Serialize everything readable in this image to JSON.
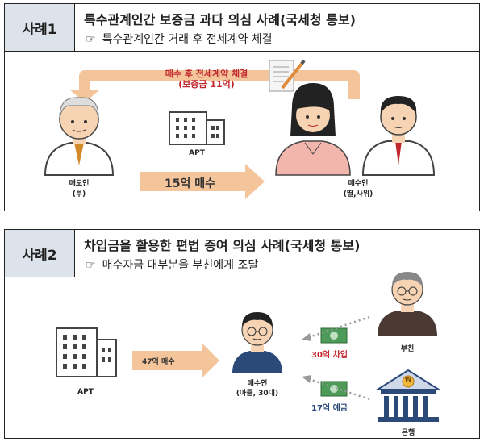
{
  "case1": {
    "tag": "사례1",
    "title": "특수관계인간 보증금 과다 의심 사례(국세청 통보)",
    "subtitle_icon": "pointing-hand-icon",
    "subtitle": "특수관계인간 거래 후 전세계약 체결",
    "lease_label_line1": "매수 후 전세계약 체결",
    "lease_label_line2": "(보증금 11억)",
    "apt_label": "APT",
    "purchase_label": "15억 매수",
    "seller_label": "매도인",
    "seller_sub": "(부)",
    "buyer_label": "매수인",
    "buyer_sub": "(딸,사위)"
  },
  "case2": {
    "tag": "사례2",
    "title": "차입금을 활용한 편법 증여 의심 사례(국세청 통보)",
    "subtitle_icon": "pointing-hand-icon",
    "subtitle": "매수자금 대부분을 부친에게 조달",
    "apt_label": "APT",
    "purchase_label": "47억 매수",
    "buyer_label": "매수인",
    "buyer_sub": "(아들, 30대)",
    "loan_label": "30억 차입",
    "deposit_label": "17억 예금",
    "father_label": "부친",
    "bank_label": "은행",
    "bank_symbol": "W"
  },
  "colors": {
    "tag_bg": "#dde3ea",
    "arrow_fill": "#f4c49b",
    "accent_red": "#c0282e",
    "pink": "#f2b6ad",
    "money_green": "#4e9a58"
  }
}
